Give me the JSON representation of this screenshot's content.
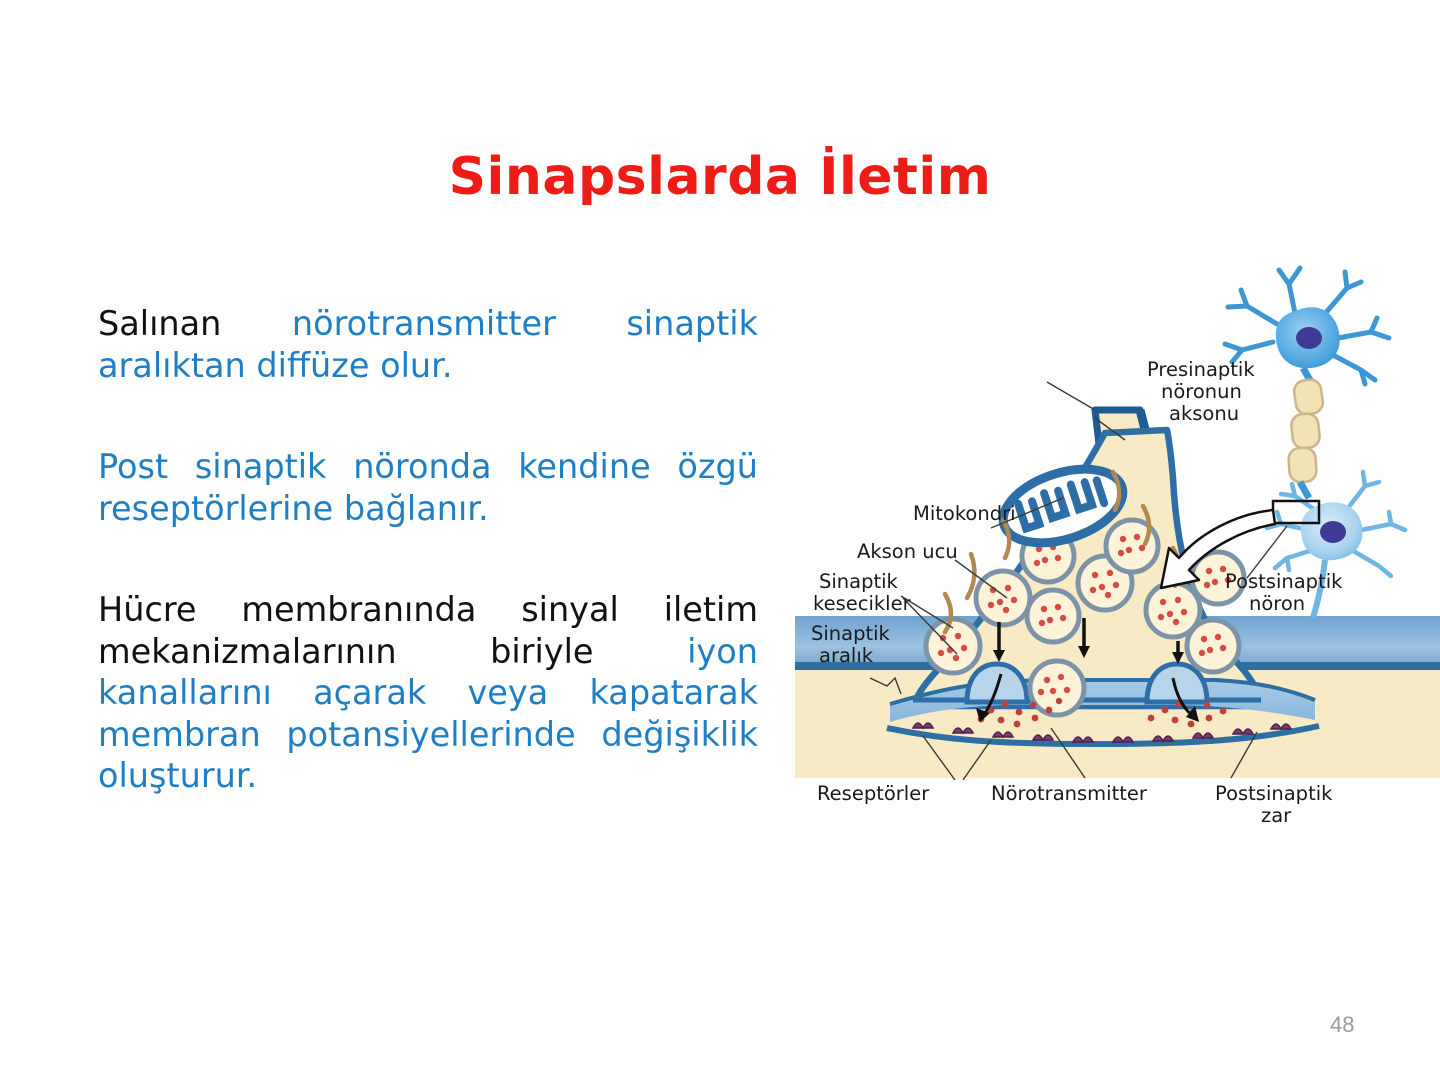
{
  "slide": {
    "title": "Sinapslarda İletim",
    "page_number": "48",
    "title_color": "#ed1c16",
    "accent_blue": "#1f7fc4",
    "body_black": "#111111"
  },
  "body": {
    "paragraphs": [
      {
        "id": "p1",
        "runs": [
          {
            "text": "Salınan ",
            "color": "black"
          },
          {
            "text": "nörotransmitter sinaptik aralıktan diffüze olur.",
            "color": "blue"
          }
        ],
        "plain": "Salınan nörotransmitter sinaptik aralıktan diffüze olur."
      },
      {
        "id": "p2",
        "runs": [
          {
            "text": "Post sinaptik nöronda kendine özgü reseptörlerine bağlanır.",
            "color": "blue"
          }
        ],
        "plain": "Post sinaptik nöronda kendine özgü reseptörlerine bağlanır."
      },
      {
        "id": "p3",
        "runs": [
          {
            "text": "Hücre membranında sinyal iletim mekanizmalarının biriyle ",
            "color": "black"
          },
          {
            "text": "iyon kanallarını açarak veya kapatarak membran potansiyellerinde değişiklik oluşturur.",
            "color": "blue"
          }
        ],
        "plain": "Hücre membranında sinyal iletim mekanizmalarının biriyle iyon kanallarını açarak veya kapatarak membran potansiyellerinde değişiklik oluşturur."
      }
    ]
  },
  "figure": {
    "name": "synaptic-transmission-diagram",
    "labels": {
      "presynaptic_axon_l1": "Presinaptik",
      "presynaptic_axon_l2": "nöronun",
      "presynaptic_axon_l3": "aksonu",
      "mitochondria": "Mitokondri",
      "axon_terminal": "Akson ucu",
      "vesicles_l1": "Sinaptik",
      "vesicles_l2": "kesecikler",
      "cleft_l1": "Sinaptik",
      "cleft_l2": "aralık",
      "postsynaptic_neuron_l1": "Postsinaptik",
      "postsynaptic_neuron_l2": "nöron",
      "receptors": "Reseptörler",
      "neurotransmitter": "Nörotransmitter",
      "postsynaptic_membrane_l1": "Postsinaptik",
      "postsynaptic_membrane_l2": "zar"
    },
    "colors": {
      "cytoplasm_cream": "#f7eac4",
      "membrane_navy": "#1e5b92",
      "cleft_blue": "#86b4da",
      "band_blue": "#7ba9d4",
      "neuron_body_blue": "#4ea3dd",
      "neuron_body_light": "#bcdcf2",
      "nucleus_purple": "#3f3a96",
      "myelin_cream": "#f2e2b6",
      "vesicle_ring": "#7d93a8",
      "vesicle_dot": "#d94a45",
      "receptor_purple": "#7d3b74",
      "mito_blue": "#2e6ea6",
      "microtubule_tan": "#b08a52"
    }
  }
}
